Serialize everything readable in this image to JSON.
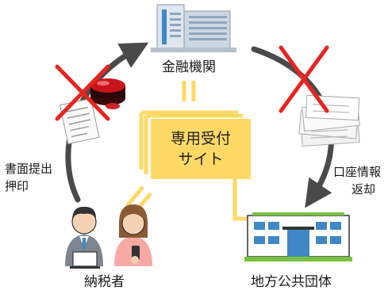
{
  "nodes": {
    "bank": {
      "label": "金融機関",
      "icon": "bank-building-icon"
    },
    "taxpayer": {
      "label": "納税者",
      "icon": "taxpayer-people-icon"
    },
    "government": {
      "label": "地方公共団体",
      "icon": "government-building-icon"
    }
  },
  "center": {
    "line1": "専用受付",
    "line2": "サイト"
  },
  "flows": {
    "left": {
      "line1": "書面提出",
      "line2": "押印"
    },
    "right": {
      "line1": "口座情報",
      "line2": "返却"
    }
  },
  "colors": {
    "accent": "#ffd966",
    "cross": "#e8241f",
    "arrow": "#4a4a4a",
    "building": "#3f88c5",
    "roof_green": "#7ac143"
  },
  "icons": [
    "paper-document-icon",
    "seal-stamp-icon",
    "paper-stack-icon",
    "cross-mark-icon"
  ]
}
